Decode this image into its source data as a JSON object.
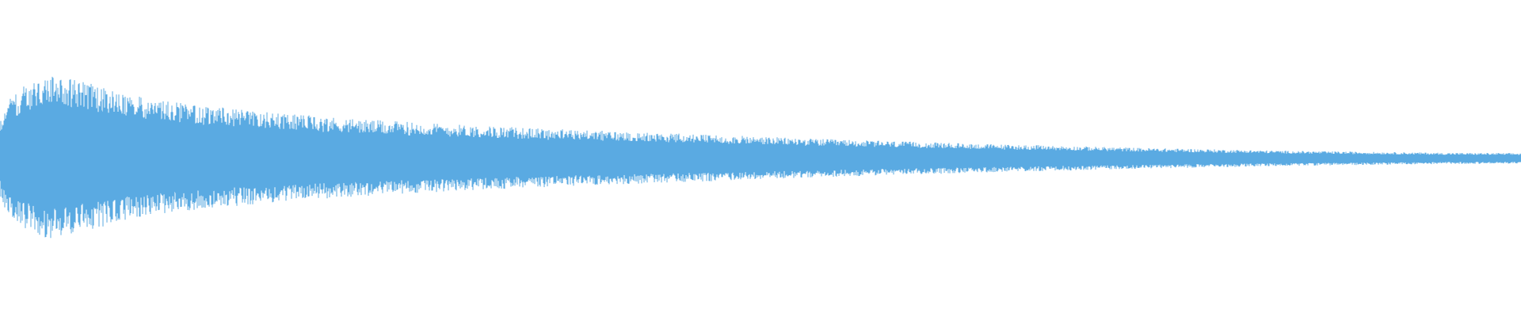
{
  "waveform": {
    "color": "#5aaae2",
    "background": "#ffffff",
    "envelope": [
      {
        "t": 0.0,
        "amp": 0.1
      },
      {
        "t": 0.005,
        "amp": 0.16
      },
      {
        "t": 0.015,
        "amp": 0.19
      },
      {
        "t": 0.03,
        "amp": 0.22
      },
      {
        "t": 0.05,
        "amp": 0.21
      },
      {
        "t": 0.08,
        "amp": 0.17
      },
      {
        "t": 0.12,
        "amp": 0.145
      },
      {
        "t": 0.18,
        "amp": 0.12
      },
      {
        "t": 0.25,
        "amp": 0.1
      },
      {
        "t": 0.35,
        "amp": 0.08
      },
      {
        "t": 0.45,
        "amp": 0.065
      },
      {
        "t": 0.55,
        "amp": 0.05
      },
      {
        "t": 0.65,
        "amp": 0.038
      },
      {
        "t": 0.75,
        "amp": 0.028
      },
      {
        "t": 0.85,
        "amp": 0.02
      },
      {
        "t": 0.95,
        "amp": 0.015
      },
      {
        "t": 1.0,
        "amp": 0.014
      }
    ]
  }
}
